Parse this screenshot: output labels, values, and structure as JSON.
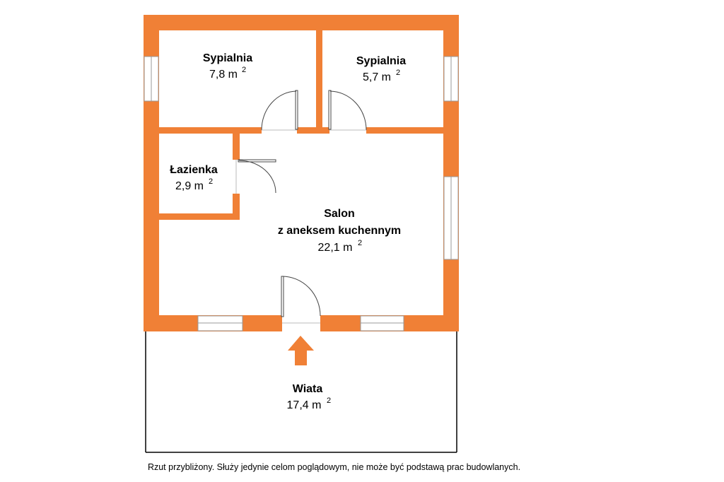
{
  "colors": {
    "wall": "#F08036",
    "line": "#000000",
    "window_fill": "#ffffff",
    "window_stroke": "#9a9a9a",
    "background": "#ffffff"
  },
  "rooms": {
    "bedroom_1": {
      "name": "Sypialnia",
      "area": "7,8 m",
      "sup": "2"
    },
    "bedroom_2": {
      "name": "Sypialnia",
      "area": "5,7 m",
      "sup": "2"
    },
    "bathroom": {
      "name": "Łazienka",
      "area": "2,9 m",
      "sup": "2"
    },
    "living_room": {
      "name_line_1": "Salon",
      "name_line_2": "z aneksem kuchennym",
      "area": "22,1 m",
      "sup": "2"
    },
    "carport": {
      "name": "Wiata",
      "area": "17,4 m",
      "sup": "2"
    }
  },
  "entrance_arrow_icon": "arrow-up-icon",
  "disclaimer": "Rzut przybliżony. Służy jedynie celom poglądowym, nie może być podstawą prac budowlanych."
}
